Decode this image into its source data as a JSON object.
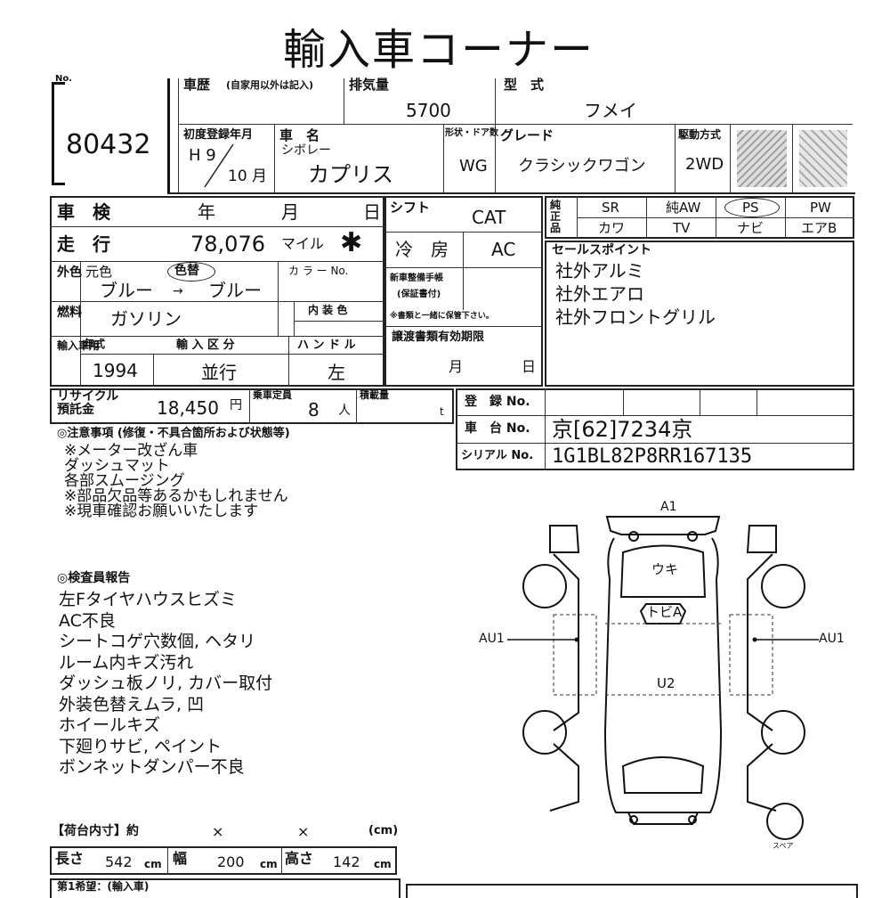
{
  "title": "輸入車コーナー",
  "no_label": "No.",
  "lot_no": "80432",
  "history": {
    "label": "車歴",
    "note": "(自家用以外は記入)"
  },
  "displacement": {
    "label": "排気量",
    "value": "5700"
  },
  "model_type": {
    "label": "型　式",
    "value": "フメイ"
  },
  "first_reg": {
    "label": "初度登録年月",
    "era": "H 9",
    "month": "10 月"
  },
  "car_name": {
    "label": "車　名",
    "maker": "シボレー",
    "value": "カプリス"
  },
  "body_shape": {
    "label": "形状・ドア数",
    "value": "WG"
  },
  "grade": {
    "label": "グレード",
    "value": "クラシックワゴン"
  },
  "drive": {
    "label": "駆動方式",
    "value": "2WD"
  },
  "inspection": {
    "label": "車　検",
    "year": "年",
    "month": "月",
    "day": "日"
  },
  "shift": {
    "label": "シフト",
    "value": "CAT"
  },
  "equipment": {
    "label": "純正品",
    "row1": [
      "SR",
      "純AW",
      "PS",
      "PW"
    ],
    "row2": [
      "カワ",
      "TV",
      "ナビ",
      "エアB"
    ]
  },
  "mileage": {
    "label": "走　行",
    "value": "78,076",
    "unit": "マイル",
    "mark": "✱"
  },
  "ac": {
    "label": "冷　房",
    "value": "AC"
  },
  "color": {
    "label": "外色",
    "orig_label": "元色",
    "changed_label": "色替",
    "from": "ブルー",
    "arrow": "→",
    "to": "ブルー",
    "code_label": "カ ラ ー No."
  },
  "maint": {
    "label": "新車整備手帳",
    "sub": "(保証書付)",
    "note": "※書類と一緒に保管下さい。"
  },
  "fuel": {
    "label": "燃料",
    "value": "ガソリン",
    "interior_label": "内 装 色"
  },
  "sales": {
    "label": "セールスポイント",
    "items": [
      "社外アルミ",
      "社外エアロ",
      "社外フロントグリル"
    ]
  },
  "import": {
    "label": "輸入車用",
    "year_label": "年式",
    "year": "1994",
    "cat_label": "輸 入 区 分",
    "cat": "並行",
    "handle_label": "ハ ン ド ル",
    "handle": "左"
  },
  "transfer": {
    "label": "譲渡書類有効期限",
    "month": "月",
    "day": "日"
  },
  "recycle": {
    "label": "リサイクル\n預託金",
    "value": "18,450",
    "unit": "円"
  },
  "capacity": {
    "label": "乗車定員",
    "value": "8",
    "unit": "人"
  },
  "load": {
    "label": "積載量",
    "unit": "t"
  },
  "registration": {
    "label": "登　録 No.",
    "value": ""
  },
  "chassis": {
    "label": "車　台 No.",
    "value": "京[62]7234京"
  },
  "serial": {
    "label": "シリアル No.",
    "value": "1G1BL82P8RR167135"
  },
  "notes": {
    "label": "◎注意事項 (修復・不具合箇所および状態等)",
    "items": [
      "※メーター改ざん車",
      "ダッシュマット",
      "各部スムージング",
      "※部品欠品等あるかもしれません",
      "※現車確認お願いいたします"
    ]
  },
  "inspector": {
    "label": "◎検査員報告",
    "items": [
      "左Fタイヤハウスヒズミ",
      "AC不良",
      "シートコゲ穴数個, ヘタリ",
      "ルーム内キズ汚れ",
      "ダッシュ板ノリ, カバー取付",
      "外装色替えムラ, 凹",
      "ホイールキズ",
      "下廻りサビ, ペイント",
      "ボンネットダンパー不良"
    ]
  },
  "diagram": {
    "a1": "A1",
    "uki": "ウキ",
    "tobi": "トビA",
    "au1_left": "AU1",
    "au1_right": "AU1",
    "u2": "U2",
    "spare": "スペア"
  },
  "cargo": {
    "label": "【荷台内寸】約",
    "x1": "×",
    "x2": "×",
    "unit": "(cm)",
    "len_label": "長さ",
    "len": "542",
    "wid_label": "幅",
    "wid": "200",
    "hei_label": "高さ",
    "hei": "142",
    "cm": "cm"
  },
  "bottom": {
    "label": "第1希望：(輸入車)"
  }
}
